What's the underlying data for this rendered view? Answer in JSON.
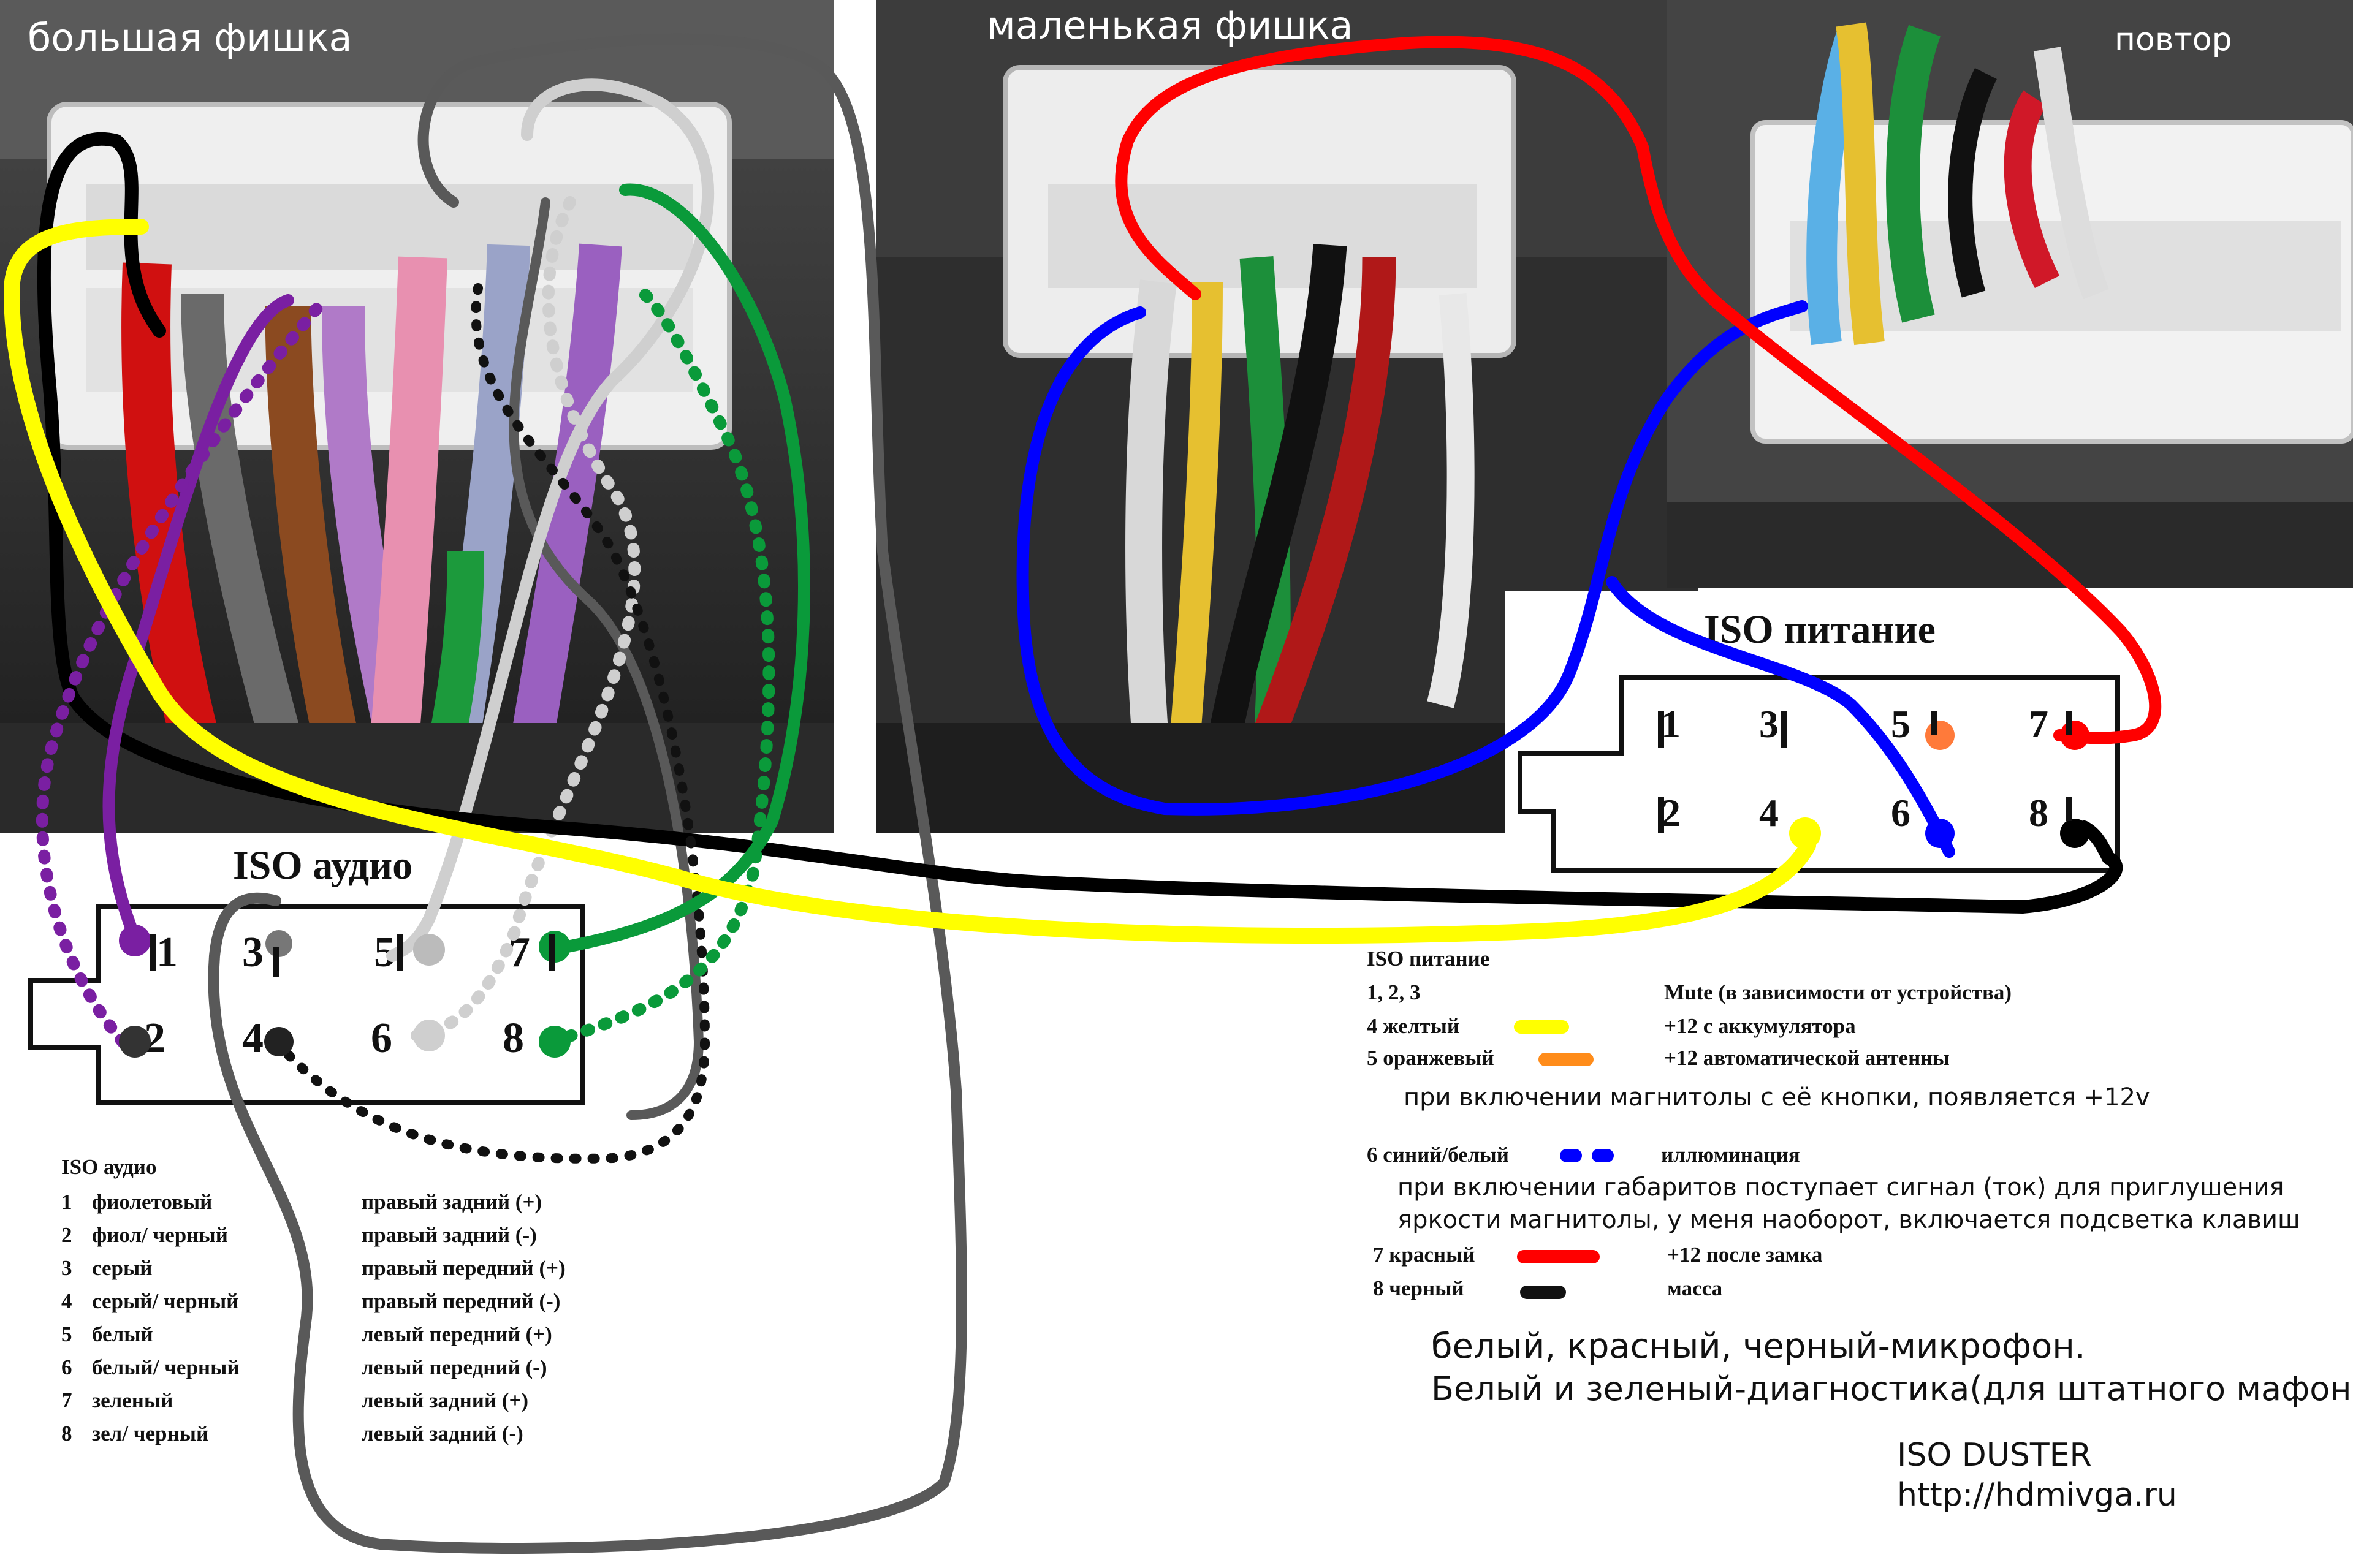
{
  "photos": {
    "big_connector_label": "большая фишка",
    "small_connector_label": "маленькая фишка",
    "repeat_label": "повтор"
  },
  "iso_audio": {
    "title": "ISO аудио",
    "pins": [
      "1",
      "2",
      "3",
      "4",
      "5",
      "6",
      "7",
      "8"
    ],
    "legend_title": "ISO аудио",
    "legend": [
      {
        "num": "1",
        "color": "фиолетовый",
        "desc": "правый задний (+)"
      },
      {
        "num": "2",
        "color": "фиол/ черный",
        "desc": "правый задний (-)"
      },
      {
        "num": "3",
        "color": "серый",
        "desc": "правый передний (+)"
      },
      {
        "num": "4",
        "color": "серый/ черный",
        "desc": "правый передний (-)"
      },
      {
        "num": "5",
        "color": "белый",
        "desc": "левый передний (+)"
      },
      {
        "num": "6",
        "color": "белый/ черный",
        "desc": "левый передний (-)"
      },
      {
        "num": "7",
        "color": "зеленый",
        "desc": "левый задний (+)"
      },
      {
        "num": "8",
        "color": "зел/ черный",
        "desc": "левый задний (-)"
      }
    ]
  },
  "iso_power": {
    "title": "ISO питание",
    "pins": [
      "1",
      "2",
      "3",
      "4",
      "5",
      "6",
      "7",
      "8"
    ],
    "legend_title": "ISO питание",
    "rows": [
      {
        "left": "1, 2, 3",
        "right": "Mute (в зависимости от устройства)"
      },
      {
        "left": "4 желтый",
        "right": "+12 с аккумулятора",
        "swatch": "#ffff00"
      },
      {
        "left": "5 оранжевый",
        "right": "+12 автоматической антенны",
        "swatch": "#ff8c1a"
      },
      {
        "left": "6 синий/белый",
        "right": "иллюминация",
        "swatch": "#0000ff",
        "dashed": true
      },
      {
        "left": "7 красный",
        "right": "+12 после замка",
        "swatch": "#ff0000"
      },
      {
        "left": "8 черный",
        "right": "масса",
        "swatch": "#111111"
      }
    ],
    "note_antenna": "при включении магнитолы с её кнопки, появляется +12v",
    "note_illum_1": "при включении габаритов поступает сигнал (ток) для приглушения",
    "note_illum_2": "яркости магнитолы, у меня наоборот, включается подсветка клавиш"
  },
  "notes": {
    "mic": "белый, красный, черный-микрофон.",
    "diag": "Белый и зеленый-диагностика(для штатного мафона)"
  },
  "credits": {
    "title": "ISO DUSTER",
    "url": "http://hdmivga.ru"
  },
  "colors": {
    "purple": "#7a1fa2",
    "gray": "#555555",
    "white_wire": "#dddddd",
    "green": "#0a9a3a",
    "yellow": "#ffff00",
    "blue": "#0000ff",
    "red": "#ff0000",
    "black": "#000000",
    "orange": "#ff7a3a"
  }
}
